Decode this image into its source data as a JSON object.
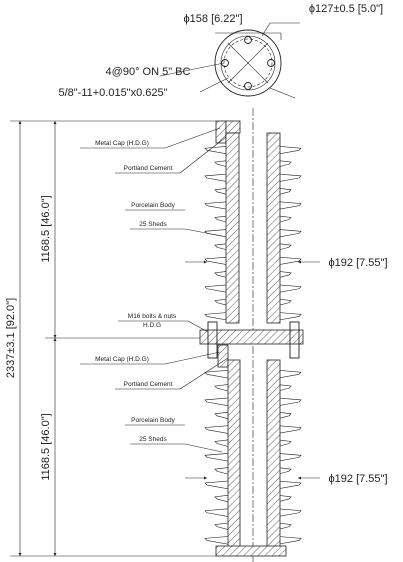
{
  "top_view": {
    "dia_bolt_circle": "ϕ158 [6.22\"]",
    "dia_flange": "ϕ127±0.5 [5.0\"]",
    "hole_pattern": "4@90° ON 5\" BC",
    "thread_spec": "5/8\"-11+0.015\"x0.625\""
  },
  "dimensions": {
    "overall_height": "2337±3.1 [92.0\"]",
    "upper_unit_height": "1168.5 [46.0\"]",
    "lower_unit_height": "1168.5 [46.0\"]",
    "upper_shed_dia": "ϕ192 [7.55\"]",
    "lower_shed_dia": "ϕ192 [7.55\"]"
  },
  "upper_unit": {
    "metal_cap": "Metal Cap (H.D.G)",
    "cement": "Portland Cement",
    "body": "Porcelain Body",
    "sheds": "25 Sheds"
  },
  "joint": {
    "bolts_line1": "M16 bolts & nuts",
    "bolts_line2": "H.D.G"
  },
  "lower_unit": {
    "metal_cap": "Metal Cap (H.D.G)",
    "cement": "Portland Cement",
    "body": "Porcelain Body",
    "sheds": "25 Sheds"
  }
}
